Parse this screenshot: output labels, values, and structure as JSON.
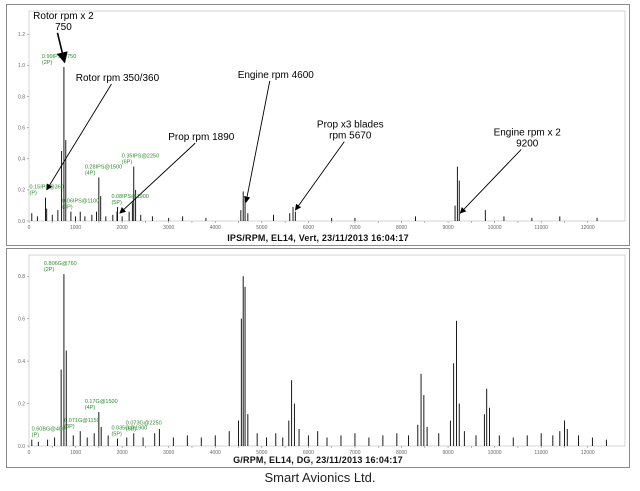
{
  "footer": "Smart Avionics Ltd.",
  "chart_data": [
    {
      "type": "bar",
      "caption": "IPS/RPM, EL14, Vert, 23/11/2013 16:04:17",
      "xlim": [
        0,
        12800
      ],
      "ylim": [
        0,
        1.35
      ],
      "x_ticks": [
        {
          "v": 0,
          "label": "0"
        },
        {
          "v": 500,
          "label": "500"
        },
        {
          "v": 1000,
          "label": "1000"
        },
        {
          "v": 1500,
          "label": "1500"
        },
        {
          "v": 2000,
          "label": "2000"
        },
        {
          "v": 2500,
          "label": "2500"
        },
        {
          "v": 3000,
          "label": "3000"
        },
        {
          "v": 3500,
          "label": "3500"
        },
        {
          "v": 4000,
          "label": "4000"
        },
        {
          "v": 4500,
          "label": "4500"
        },
        {
          "v": 5000,
          "label": "5000"
        },
        {
          "v": 5500,
          "label": "5500"
        },
        {
          "v": 6000,
          "label": "6000"
        },
        {
          "v": 6500,
          "label": "6500"
        },
        {
          "v": 7000,
          "label": "7000"
        },
        {
          "v": 7500,
          "label": "7500"
        },
        {
          "v": 8000,
          "label": "8000"
        },
        {
          "v": 8500,
          "label": "8500"
        },
        {
          "v": 9000,
          "label": "9000"
        },
        {
          "v": 9500,
          "label": "9500"
        },
        {
          "v": 10000,
          "label": "10000"
        },
        {
          "v": 10500,
          "label": "10500"
        },
        {
          "v": 11000,
          "label": "11000"
        },
        {
          "v": 11500,
          "label": "11500"
        },
        {
          "v": 12000,
          "label": "12000"
        }
      ],
      "y_ticks": [
        {
          "v": 0.0,
          "label": "0.0"
        },
        {
          "v": 0.2,
          "label": "0.2"
        },
        {
          "v": 0.4,
          "label": "0.4"
        },
        {
          "v": 0.6,
          "label": "0.6"
        },
        {
          "v": 0.8,
          "label": "0.8"
        },
        {
          "v": 1.0,
          "label": "1.0"
        },
        {
          "v": 1.2,
          "label": "1.2"
        }
      ],
      "values": [
        {
          "x": 60,
          "y": 0.05
        },
        {
          "x": 180,
          "y": 0.03
        },
        {
          "x": 355,
          "y": 0.15
        },
        {
          "x": 380,
          "y": 0.08
        },
        {
          "x": 500,
          "y": 0.04
        },
        {
          "x": 620,
          "y": 0.07
        },
        {
          "x": 700,
          "y": 0.45
        },
        {
          "x": 750,
          "y": 0.99
        },
        {
          "x": 790,
          "y": 0.52
        },
        {
          "x": 900,
          "y": 0.06
        },
        {
          "x": 1000,
          "y": 0.03
        },
        {
          "x": 1100,
          "y": 0.06
        },
        {
          "x": 1200,
          "y": 0.03
        },
        {
          "x": 1350,
          "y": 0.04
        },
        {
          "x": 1450,
          "y": 0.06
        },
        {
          "x": 1500,
          "y": 0.28
        },
        {
          "x": 1540,
          "y": 0.16
        },
        {
          "x": 1650,
          "y": 0.03
        },
        {
          "x": 1800,
          "y": 0.04
        },
        {
          "x": 1890,
          "y": 0.06
        },
        {
          "x": 1900,
          "y": 0.09
        },
        {
          "x": 2000,
          "y": 0.03
        },
        {
          "x": 2150,
          "y": 0.06
        },
        {
          "x": 2220,
          "y": 0.12
        },
        {
          "x": 2250,
          "y": 0.35
        },
        {
          "x": 2290,
          "y": 0.2
        },
        {
          "x": 2400,
          "y": 0.04
        },
        {
          "x": 2650,
          "y": 0.03
        },
        {
          "x": 3000,
          "y": 0.02
        },
        {
          "x": 3300,
          "y": 0.03
        },
        {
          "x": 3800,
          "y": 0.02
        },
        {
          "x": 4550,
          "y": 0.07
        },
        {
          "x": 4600,
          "y": 0.19
        },
        {
          "x": 4640,
          "y": 0.16
        },
        {
          "x": 4700,
          "y": 0.05
        },
        {
          "x": 5250,
          "y": 0.04
        },
        {
          "x": 5600,
          "y": 0.05
        },
        {
          "x": 5670,
          "y": 0.09
        },
        {
          "x": 5720,
          "y": 0.06
        },
        {
          "x": 6500,
          "y": 0.02
        },
        {
          "x": 7000,
          "y": 0.02
        },
        {
          "x": 8300,
          "y": 0.03
        },
        {
          "x": 9150,
          "y": 0.1
        },
        {
          "x": 9200,
          "y": 0.35
        },
        {
          "x": 9240,
          "y": 0.26
        },
        {
          "x": 9800,
          "y": 0.07
        },
        {
          "x": 10200,
          "y": 0.03
        },
        {
          "x": 10800,
          "y": 0.02
        },
        {
          "x": 11400,
          "y": 0.03
        },
        {
          "x": 12200,
          "y": 0.02
        }
      ],
      "peak_labels": [
        {
          "x": 750,
          "y": 0.99,
          "lines": [
            "0.99IPS@750",
            "(2P)"
          ],
          "dx": -22
        },
        {
          "x": 355,
          "y": 0.15,
          "lines": [
            "0.15IPS@360",
            "(P)"
          ],
          "dx": -16
        },
        {
          "x": 1100,
          "y": 0.06,
          "lines": [
            "0.06IPS@1100",
            "(3P)"
          ],
          "dx": -18
        },
        {
          "x": 1500,
          "y": 0.28,
          "lines": [
            "0.28IPS@1500",
            "(4P)"
          ],
          "dx": -14
        },
        {
          "x": 1900,
          "y": 0.09,
          "lines": [
            "0.08IPS@1900",
            "(5P)"
          ],
          "dx": -6
        },
        {
          "x": 2250,
          "y": 0.35,
          "lines": [
            "0.35IPS@2250",
            "(6P)"
          ],
          "dx": -12
        }
      ],
      "annotations": [
        {
          "lines": [
            "Rotor rpm x 2",
            "750"
          ],
          "text_x": 740,
          "text_y": 1.3,
          "target_x": 765,
          "target_y": 1.02,
          "bold_arrow": true
        },
        {
          "lines": [
            "Rotor rpm 350/360"
          ],
          "text_x": 1900,
          "text_y": 0.9,
          "target_x": 380,
          "target_y": 0.2,
          "bold_arrow": false
        },
        {
          "lines": [
            "Prop rpm 1890"
          ],
          "text_x": 3700,
          "text_y": 0.52,
          "target_x": 1950,
          "target_y": 0.05,
          "bold_arrow": false
        },
        {
          "lines": [
            "Engine rpm 4600"
          ],
          "text_x": 5300,
          "text_y": 0.92,
          "target_x": 4660,
          "target_y": 0.12,
          "bold_arrow": false
        },
        {
          "lines": [
            "Prop x3 blades",
            "rpm 5670"
          ],
          "text_x": 6900,
          "text_y": 0.6,
          "target_x": 5720,
          "target_y": 0.07,
          "bold_arrow": false
        },
        {
          "lines": [
            "Engine rpm x 2",
            "9200"
          ],
          "text_x": 10700,
          "text_y": 0.55,
          "target_x": 9260,
          "target_y": 0.05,
          "bold_arrow": false
        }
      ]
    },
    {
      "type": "bar",
      "caption": "G/RPM, EL14, DG, 23/11/2013 16:04:17",
      "xlim": [
        0,
        12800
      ],
      "ylim": [
        0,
        0.9
      ],
      "x_ticks": [
        {
          "v": 0,
          "label": "0"
        },
        {
          "v": 500,
          "label": "500"
        },
        {
          "v": 1000,
          "label": "1000"
        },
        {
          "v": 1500,
          "label": "1500"
        },
        {
          "v": 2000,
          "label": "2000"
        },
        {
          "v": 2500,
          "label": "2500"
        },
        {
          "v": 3000,
          "label": "3000"
        },
        {
          "v": 3500,
          "label": "3500"
        },
        {
          "v": 4000,
          "label": "4000"
        },
        {
          "v": 4500,
          "label": "4500"
        },
        {
          "v": 5000,
          "label": "5000"
        },
        {
          "v": 5500,
          "label": "5500"
        },
        {
          "v": 6000,
          "label": "6000"
        },
        {
          "v": 6500,
          "label": "6500"
        },
        {
          "v": 7000,
          "label": "7000"
        },
        {
          "v": 7500,
          "label": "7500"
        },
        {
          "v": 8000,
          "label": "8000"
        },
        {
          "v": 8500,
          "label": "8500"
        },
        {
          "v": 9000,
          "label": "9000"
        },
        {
          "v": 9500,
          "label": "9500"
        },
        {
          "v": 10000,
          "label": "10000"
        },
        {
          "v": 10500,
          "label": "10500"
        },
        {
          "v": 11000,
          "label": "11000"
        },
        {
          "v": 11500,
          "label": "11500"
        },
        {
          "v": 12000,
          "label": "12000"
        }
      ],
      "y_ticks": [
        {
          "v": 0.0,
          "label": "0.0"
        },
        {
          "v": 0.2,
          "label": "0.2"
        },
        {
          "v": 0.4,
          "label": "0.4"
        },
        {
          "v": 0.6,
          "label": "0.6"
        },
        {
          "v": 0.8,
          "label": "0.8"
        }
      ],
      "values": [
        {
          "x": 60,
          "y": 0.03
        },
        {
          "x": 200,
          "y": 0.02
        },
        {
          "x": 400,
          "y": 0.03
        },
        {
          "x": 550,
          "y": 0.04
        },
        {
          "x": 690,
          "y": 0.36
        },
        {
          "x": 750,
          "y": 0.81
        },
        {
          "x": 800,
          "y": 0.45
        },
        {
          "x": 950,
          "y": 0.05
        },
        {
          "x": 1100,
          "y": 0.07
        },
        {
          "x": 1250,
          "y": 0.04
        },
        {
          "x": 1400,
          "y": 0.06
        },
        {
          "x": 1500,
          "y": 0.16
        },
        {
          "x": 1550,
          "y": 0.09
        },
        {
          "x": 1700,
          "y": 0.05
        },
        {
          "x": 1900,
          "y": 0.035
        },
        {
          "x": 2100,
          "y": 0.04
        },
        {
          "x": 2250,
          "y": 0.06
        },
        {
          "x": 2450,
          "y": 0.04
        },
        {
          "x": 2700,
          "y": 0.06
        },
        {
          "x": 2800,
          "y": 0.08
        },
        {
          "x": 3100,
          "y": 0.04
        },
        {
          "x": 3400,
          "y": 0.05
        },
        {
          "x": 3700,
          "y": 0.04
        },
        {
          "x": 4000,
          "y": 0.05
        },
        {
          "x": 4300,
          "y": 0.07
        },
        {
          "x": 4500,
          "y": 0.12
        },
        {
          "x": 4560,
          "y": 0.6
        },
        {
          "x": 4600,
          "y": 0.8
        },
        {
          "x": 4640,
          "y": 0.75
        },
        {
          "x": 4700,
          "y": 0.15
        },
        {
          "x": 4900,
          "y": 0.06
        },
        {
          "x": 5100,
          "y": 0.04
        },
        {
          "x": 5300,
          "y": 0.06
        },
        {
          "x": 5450,
          "y": 0.04
        },
        {
          "x": 5580,
          "y": 0.12
        },
        {
          "x": 5640,
          "y": 0.31
        },
        {
          "x": 5700,
          "y": 0.2
        },
        {
          "x": 5800,
          "y": 0.08
        },
        {
          "x": 6000,
          "y": 0.05
        },
        {
          "x": 6200,
          "y": 0.07
        },
        {
          "x": 6400,
          "y": 0.04
        },
        {
          "x": 6700,
          "y": 0.05
        },
        {
          "x": 7000,
          "y": 0.06
        },
        {
          "x": 7300,
          "y": 0.04
        },
        {
          "x": 7600,
          "y": 0.05
        },
        {
          "x": 7900,
          "y": 0.06
        },
        {
          "x": 8150,
          "y": 0.05
        },
        {
          "x": 8350,
          "y": 0.1
        },
        {
          "x": 8420,
          "y": 0.34
        },
        {
          "x": 8480,
          "y": 0.24
        },
        {
          "x": 8550,
          "y": 0.09
        },
        {
          "x": 8800,
          "y": 0.06
        },
        {
          "x": 9050,
          "y": 0.12
        },
        {
          "x": 9120,
          "y": 0.39
        },
        {
          "x": 9180,
          "y": 0.59
        },
        {
          "x": 9240,
          "y": 0.2
        },
        {
          "x": 9350,
          "y": 0.07
        },
        {
          "x": 9600,
          "y": 0.05
        },
        {
          "x": 9780,
          "y": 0.15
        },
        {
          "x": 9830,
          "y": 0.27
        },
        {
          "x": 9890,
          "y": 0.18
        },
        {
          "x": 10100,
          "y": 0.05
        },
        {
          "x": 10400,
          "y": 0.04
        },
        {
          "x": 10700,
          "y": 0.05
        },
        {
          "x": 11000,
          "y": 0.06
        },
        {
          "x": 11250,
          "y": 0.05
        },
        {
          "x": 11400,
          "y": 0.07
        },
        {
          "x": 11500,
          "y": 0.12
        },
        {
          "x": 11560,
          "y": 0.08
        },
        {
          "x": 11800,
          "y": 0.05
        },
        {
          "x": 12100,
          "y": 0.04
        },
        {
          "x": 12400,
          "y": 0.03
        }
      ],
      "peak_labels": [
        {
          "x": 750,
          "y": 0.81,
          "lines": [
            "0.806G@760",
            "(2P)"
          ],
          "dx": -20
        },
        {
          "x": 400,
          "y": 0.03,
          "lines": [
            "0.60BG@400",
            "(P)"
          ],
          "dx": -16
        },
        {
          "x": 1100,
          "y": 0.07,
          "lines": [
            "0.071G@1150",
            "(3P)"
          ],
          "dx": -16
        },
        {
          "x": 1500,
          "y": 0.16,
          "lines": [
            "0.17G@1500",
            "(4P)"
          ],
          "dx": -14
        },
        {
          "x": 1900,
          "y": 0.035,
          "lines": [
            "0.035G@1900",
            "(5P)"
          ],
          "dx": -6
        },
        {
          "x": 2250,
          "y": 0.06,
          "lines": [
            "0.073G@2250",
            "(6P)"
          ],
          "dx": -8
        }
      ],
      "annotations": []
    }
  ]
}
